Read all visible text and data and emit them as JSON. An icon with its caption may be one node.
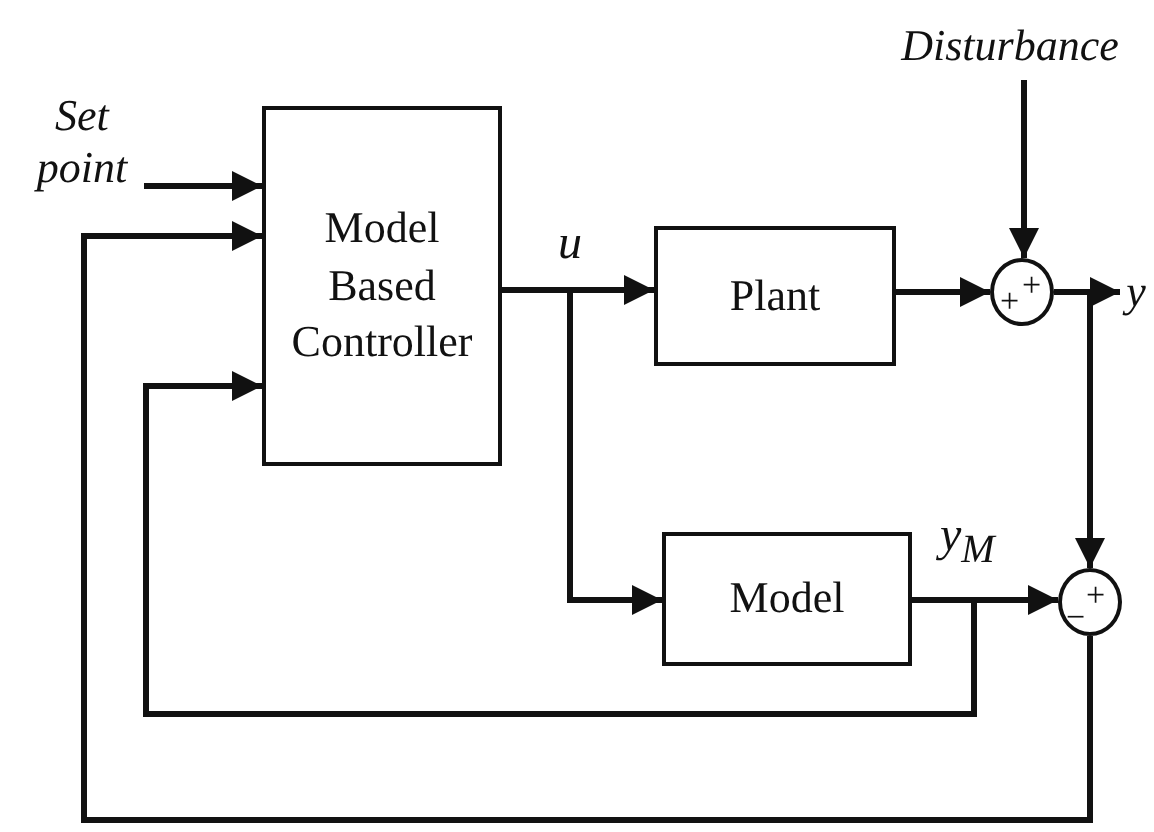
{
  "diagram": {
    "nodes": [
      {
        "text": [
          "Set point"
        ]
      },
      {
        "text": [
          "Model Based Controller"
        ]
      },
      {
        "text": [
          "Plant"
        ]
      },
      {
        "text": [
          "+",
          "+"
        ]
      },
      {
        "text": [
          "Model"
        ]
      },
      {
        "text": [
          "+",
          "−"
        ]
      },
      {
        "text": [
          "Disturbance"
        ]
      },
      {
        "text": [
          "y"
        ]
      }
    ],
    "edges": [
      {
        "from": 0,
        "to": 1,
        "arrow": "to"
      },
      {
        "from": 1,
        "to": 2,
        "arrow": "to"
      },
      {
        "from": 1,
        "to": 4,
        "arrow": "to"
      },
      {
        "from": 2,
        "to": 3,
        "arrow": "to"
      },
      {
        "from": 6,
        "to": 3,
        "arrow": "to"
      },
      {
        "from": 3,
        "to": 7,
        "arrow": "to"
      },
      {
        "from": 3,
        "to": 5,
        "arrow": "to"
      },
      {
        "from": 4,
        "to": 5,
        "arrow": "to"
      },
      {
        "from": 4,
        "to": 1,
        "arrow": "to"
      },
      {
        "from": 5,
        "to": 1,
        "arrow": "to"
      }
    ],
    "labels": [
      "u",
      "y$_{M}$"
    ]
  }
}
